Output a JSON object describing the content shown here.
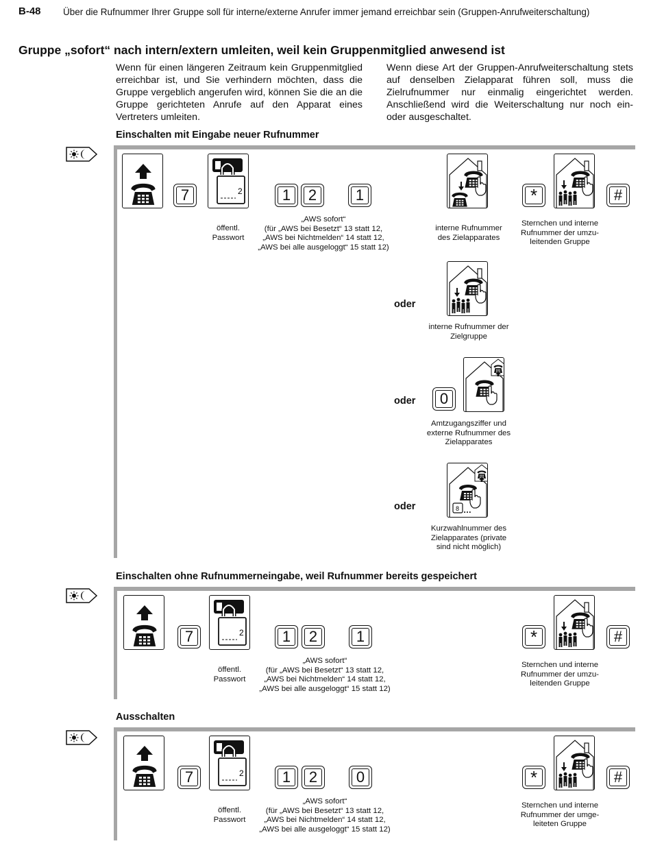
{
  "header": {
    "page_number": "B-48",
    "running_title": "Über die Rufnummer Ihrer Gruppe soll für interne/externe Anrufer immer jemand erreichbar sein (Gruppen-Anrufweiterschaltung)"
  },
  "title": "Gruppe „sofort“ nach intern/extern umleiten, weil kein Gruppenmitglied anwesend ist",
  "intro": {
    "left": "Wenn für einen längeren Zeitraum kein Gruppenmitglied erreichbar ist, und Sie verhindern möchten, dass die Gruppe vergeblich angerufen wird, können Sie die an die Gruppe gerichteten Anrufe auf den Apparat eines Vertreters umleiten.",
    "right": "Wenn diese Art der Gruppen-Anrufweiterschaltung stets auf denselben Zielapparat führen soll, muss die Zielrufnummer nur einmalig eingerichtet werden. Anschließend wird die Weiterschaltung nur noch ein- oder ausgeschaltet."
  },
  "sections": [
    {
      "heading": "Einschalten mit Eingabe neuer Rufnummer",
      "keys": [
        "7",
        "1",
        "2",
        "1",
        "*",
        "#"
      ],
      "captions": {
        "password": "öffentl.\nPasswort",
        "code": "„AWS sofort“\n(für „AWS bei Besetzt“ 13 statt 12,\n„AWS bei Nichtmelden“ 14 statt 12,\n„AWS bei alle ausgeloggt“ 15 statt 12)",
        "target": "interne Rufnummer\ndes Zielapparates",
        "group": "Sternchen und interne\nRufnummer der umzu-\nleitenden Gruppe"
      },
      "alternatives": [
        {
          "oder": "oder",
          "caption": "interne Rufnummer der\nZielgruppe"
        },
        {
          "oder": "oder",
          "key": "0",
          "caption": "Amtzugangsziffer und\nexterne Rufnummer des\nZielapparates"
        },
        {
          "oder": "oder",
          "caption": "Kurzwahlnummer des\nZielapparates (private\nsind nicht möglich)",
          "speed_key": "8",
          "dots": "…"
        }
      ]
    },
    {
      "heading": "Einschalten ohne Rufnummerneingabe, weil Rufnummer bereits gespeichert",
      "keys": [
        "7",
        "1",
        "2",
        "1",
        "*",
        "#"
      ],
      "captions": {
        "password": "öffentl.\nPasswort",
        "code": "„AWS sofort“\n(für „AWS bei Besetzt“ 13 statt 12,\n„AWS bei Nichtmelden“ 14 statt 12,\n„AWS bei alle ausgeloggt“ 15 statt 12)",
        "group": "Sternchen und interne\nRufnummer der umzu-\nleitenden Gruppe"
      }
    },
    {
      "heading": "Ausschalten",
      "keys": [
        "7",
        "1",
        "2",
        "0",
        "*",
        "#"
      ],
      "captions": {
        "password": "öffentl.\nPasswort",
        "code": "„AWS sofort“\n(für „AWS bei Besetzt“ 13 statt 12,\n„AWS bei Nichtmelden“ 14 statt 12,\n„AWS bei alle ausgeloggt“ 15 statt 12)",
        "group": "Sternchen und interne\nRufnummer der umge-\nleiteten Gruppe"
      }
    }
  ],
  "icons": {
    "day_night": "day-night-mode-icon",
    "handset": "lift-handset-icon",
    "lock": "password-lock-icon",
    "lock_digit": "2",
    "house_phone": "internal-phone-house-icon",
    "house_group": "group-house-icon",
    "external": "external-line-house-icon"
  }
}
